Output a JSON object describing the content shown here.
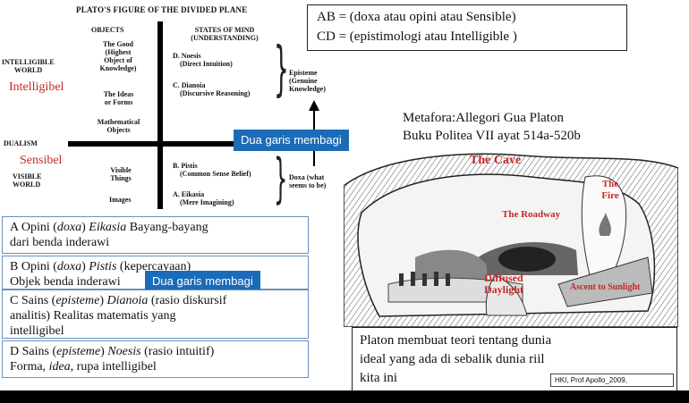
{
  "figure": {
    "title": "PLATO'S FIGURE OF THE DIVIDED PLANE",
    "col_objects": "OBJECTS",
    "col_states": "STATES OF MIND",
    "col_states_sub": "(UNDERSTANDING)",
    "intelligible_world_1": "INTELLIGIBLE",
    "intelligible_world_2": "WORLD",
    "intelligibel_red": "Intelligibel",
    "the_good": [
      "The Good",
      "(Highest",
      "Object of",
      "Knowledge)"
    ],
    "ideas_forms": [
      "The Ideas",
      "or Forms"
    ],
    "math_objects": [
      "Mathematical",
      "Objects"
    ],
    "noesis": [
      "D. Noesis",
      "(Direct Intuition)"
    ],
    "dianoia": [
      "C. Dianoia",
      "(Discursive Reasoning)"
    ],
    "episteme": [
      "Episteme",
      "(Genuine",
      "Knowledge)"
    ],
    "dualism": "DUALISM",
    "sensibel_red": "Sensibel",
    "visible_world_1": "VISIBLE",
    "visible_world_2": "WORLD",
    "visible_things": [
      "Visible",
      "Things"
    ],
    "images": "Images",
    "pistis": [
      "B. Pistis",
      "(Common Sense Belief)"
    ],
    "eikasia": [
      "A. Eikasia",
      "(Mere Imagining)"
    ],
    "doxa": [
      "Doxa (what",
      "seems to be)"
    ]
  },
  "banners": {
    "top": "Dua garis membagi",
    "middle": "Dua garis membagi"
  },
  "abcd": {
    "line1": "AB = (doxa atau  opini  atau Sensible)",
    "line2": "CD = (epistimologi atau  Intelligible )"
  },
  "metafora": {
    "line1": "Metafora:Allegori  Gua Platon",
    "line2": "Buku Politea VII ayat 514a-520b"
  },
  "cave": {
    "title": "The Cave",
    "fire": "The Fire",
    "roadway": "The Roadway",
    "diffused_1": "Diffused",
    "diffused_2": "Daylight",
    "ascent": "Ascent to Sunlight"
  },
  "boxes": {
    "a": {
      "pre": "A  Opini (",
      "term": "doxa",
      "mid": ") ",
      "term2": "Eikasia",
      "post": " Bayang-bayang",
      "line2": "dari benda inderawi"
    },
    "b": {
      "pre": "B Opini (",
      "term": "doxa",
      "mid": ") ",
      "term2": "Pistis",
      "post": " (kepercayaan)",
      "line2": "Objek benda inderawi"
    },
    "c": {
      "pre": "C Sains (",
      "term": "episteme",
      "mid": ") ",
      "term2": "Dianoia",
      "post": " (rasio diskursif",
      "line2": "analitis) Realitas matematis yang",
      "line3": "intelligibel"
    },
    "d": {
      "pre": "D  Sains (",
      "term": "episteme",
      "mid": ") ",
      "term2": "Noesis",
      "post": " (rasio intuitif)",
      "line2a": "Forma, ",
      "line2b": "idea",
      "line2c": ", rupa intelligibel"
    }
  },
  "quote": {
    "line1": "Platon membuat  teori tentang dunia",
    "line2": "ideal yang ada di sebalik  dunia riil",
    "line3": "kita ini"
  },
  "credit": "HKI, Prof  Apollo_2009,",
  "colors": {
    "banner": "#1b6bb8",
    "red_label": "#c62828",
    "box_border": "#6a8fc0"
  }
}
